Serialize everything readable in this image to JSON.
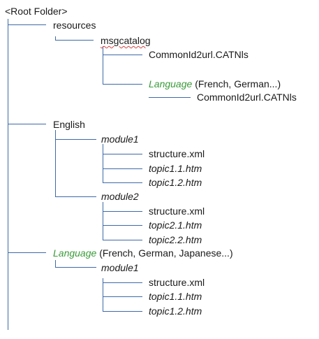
{
  "tree": {
    "root": {
      "text": "<Root Folder>"
    },
    "resources": {
      "text": "resources"
    },
    "msgcatalog": {
      "text": "msgcatalog",
      "spellcheck": true
    },
    "res_file1": {
      "text": "CommonId2url.CATNls"
    },
    "res_lang": {
      "name": "Language",
      "suffix": "(French, German...)"
    },
    "res_file2": {
      "text": "CommonId2url.CATNls"
    },
    "english": {
      "text": "English"
    },
    "en_module1": {
      "text": "module1"
    },
    "en_m1_structure": {
      "text": "structure.xml"
    },
    "en_m1_topic1": {
      "text": "topic1.1.htm"
    },
    "en_m1_topic2": {
      "text": "topic1.2.htm"
    },
    "en_module2": {
      "text": "module2"
    },
    "en_m2_structure": {
      "text": "structure.xml"
    },
    "en_m2_topic1": {
      "text": "topic2.1.htm"
    },
    "en_m2_topic2": {
      "text": "topic2.2.htm"
    },
    "lang": {
      "name": "Language",
      "suffix": "(French, German, Japanese...)"
    },
    "lang_module1": {
      "text": "module1"
    },
    "lang_m1_structure": {
      "text": "structure.xml"
    },
    "lang_m1_topic1": {
      "text": "topic1.1.htm"
    },
    "lang_m1_topic2": {
      "text": "topic1.2.htm"
    }
  },
  "colors": {
    "line": "#3d6aa8",
    "language_label": "#3a9a3a",
    "text": "#1a1a1a",
    "spellcheck_underline": "#d94040"
  }
}
